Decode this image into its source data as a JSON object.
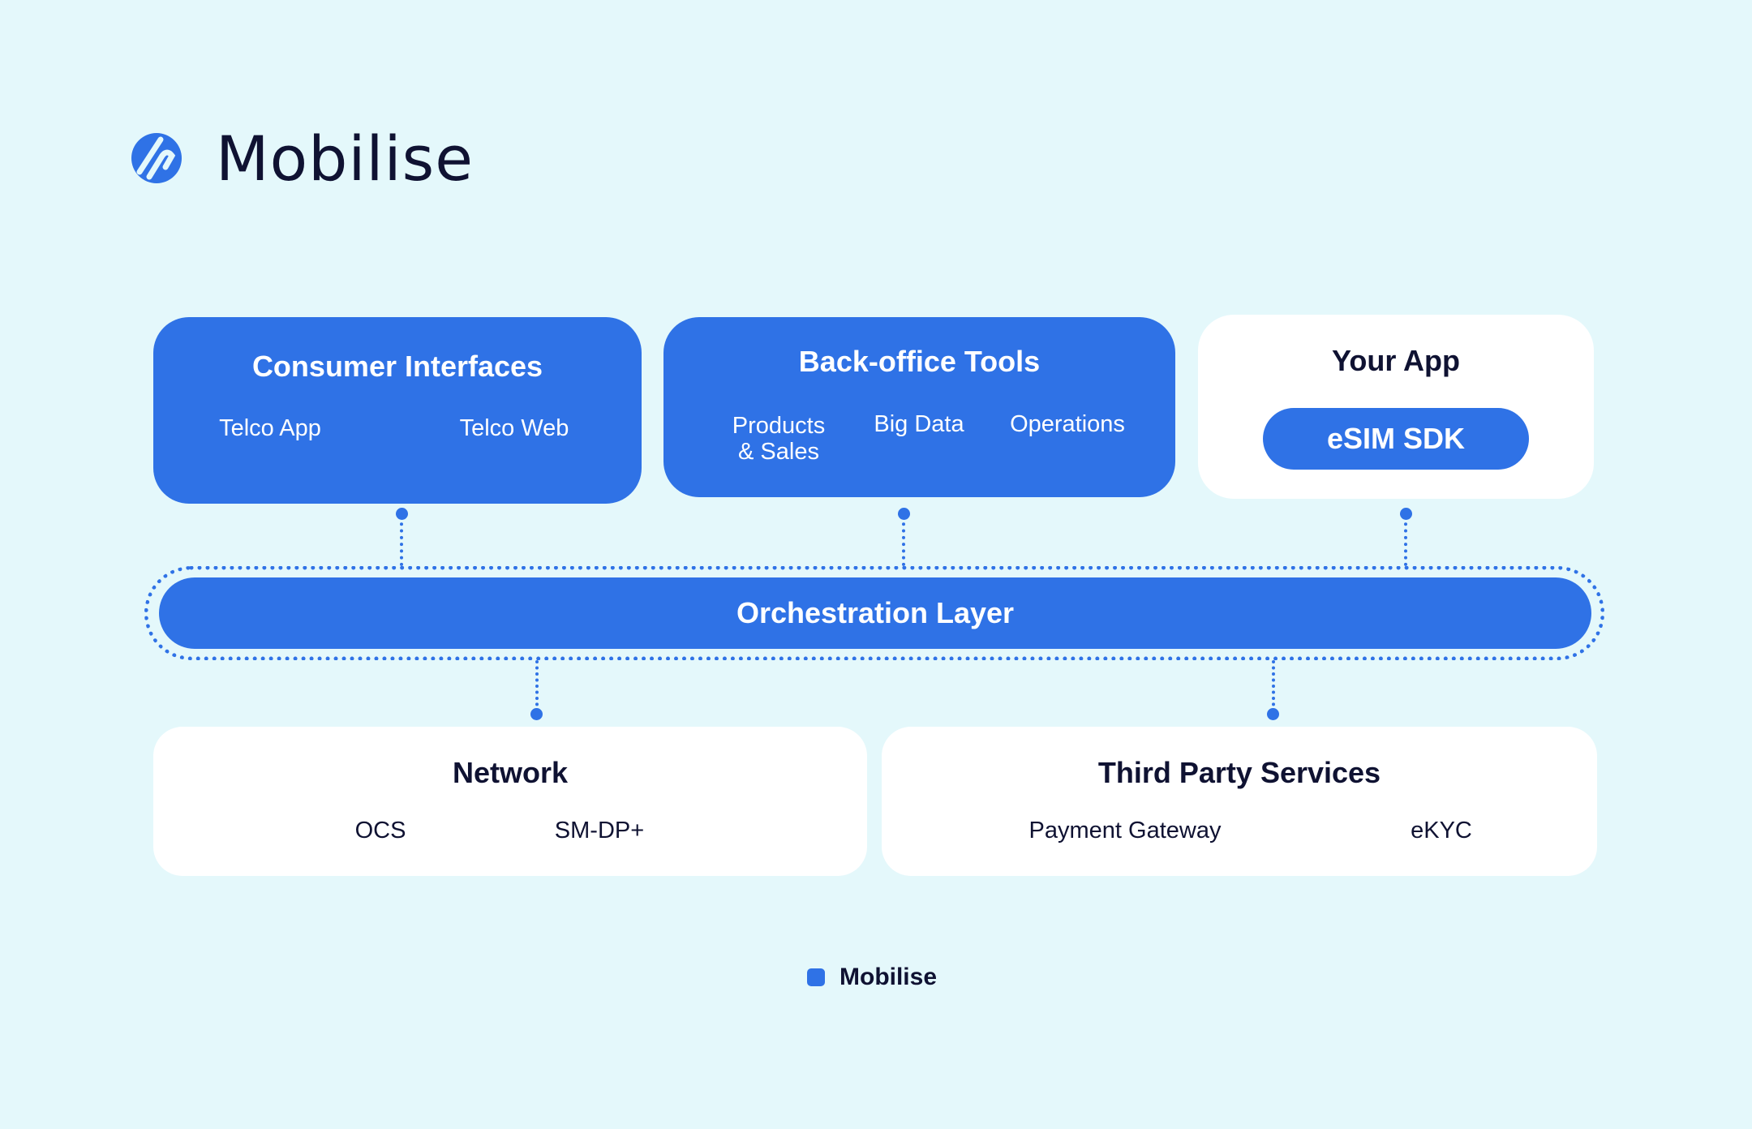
{
  "brand": {
    "name": "Mobilise",
    "accent_color": "#2f72e6",
    "logo_icon": "mobilise-logo-icon"
  },
  "top_layer": {
    "consumer_interfaces": {
      "title": "Consumer Interfaces",
      "items": [
        "Telco App",
        "Telco Web"
      ]
    },
    "back_office_tools": {
      "title": "Back-office Tools",
      "items": [
        "Products\n& Sales",
        "Big Data",
        "Operations"
      ]
    },
    "your_app": {
      "title": "Your App",
      "sdk_label": "eSIM SDK"
    }
  },
  "orchestration": {
    "label": "Orchestration Layer"
  },
  "bottom_layer": {
    "network": {
      "title": "Network",
      "items": [
        "OCS",
        "SM-DP+"
      ]
    },
    "third_party_services": {
      "title": "Third Party Services",
      "items": [
        "Payment Gateway",
        "eKYC"
      ]
    }
  },
  "legend": {
    "label": "Mobilise",
    "color": "#2f72e6"
  }
}
